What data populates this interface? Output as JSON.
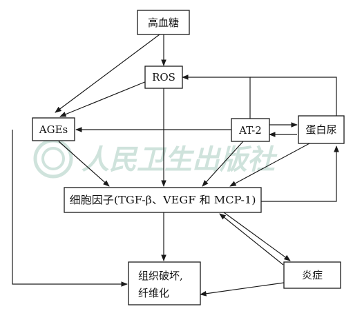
{
  "watermark": {
    "text": "人民卫生出版社",
    "color": "#cfe3dc"
  },
  "nodes": {
    "hyperglycemia": "高血糖",
    "ros": "ROS",
    "ages": "AGEs",
    "at2": "AT-2",
    "proteinuria": "蛋白尿",
    "cytokines": "细胞因子(TGF-β、VEGF 和 MCP-1)",
    "tissue_damage_line1": "组织破坏,",
    "tissue_damage_line2": "纤维化",
    "inflammation": "炎症"
  }
}
